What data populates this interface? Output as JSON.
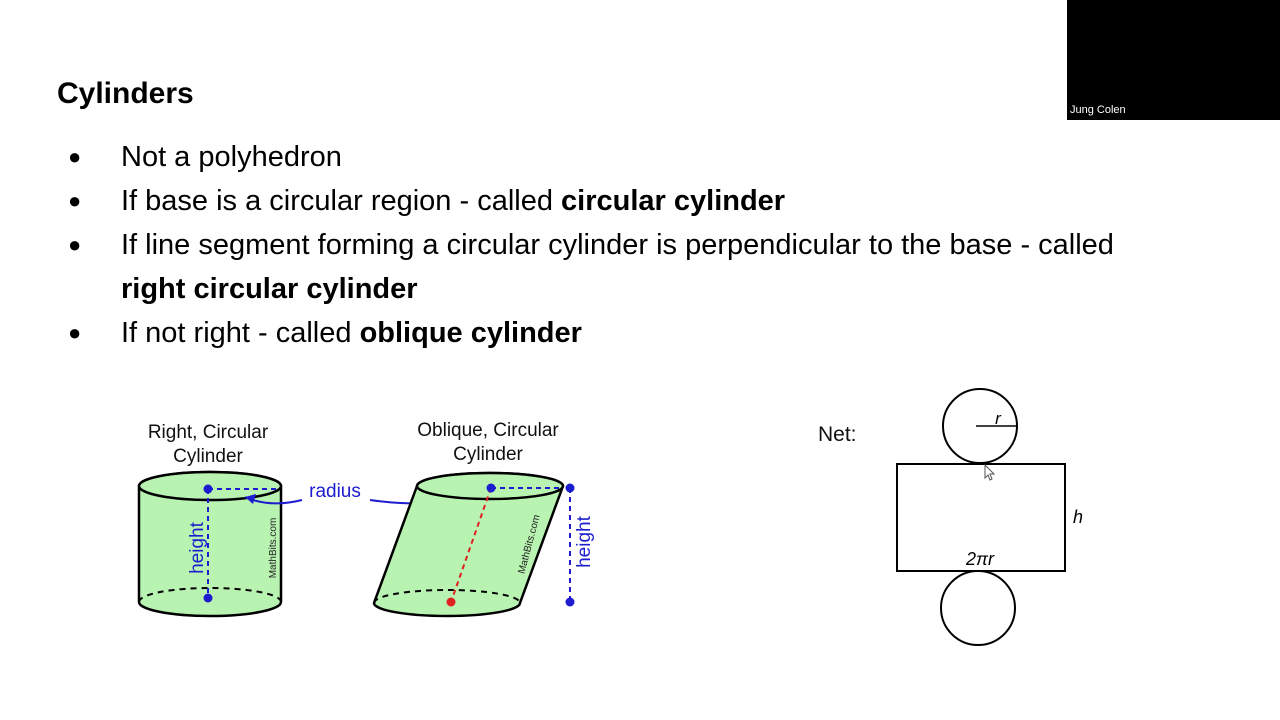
{
  "slide": {
    "title": "Cylinders",
    "bullets": [
      {
        "plain": "Not a polyhedron",
        "bold": ""
      },
      {
        "plain": "If base is a circular region - called ",
        "bold": "circular cylinder"
      },
      {
        "plain": "If line segment forming a circular cylinder is perpendicular to the base - called",
        "bold": "right circular cylinder"
      },
      {
        "plain": "If not right - called ",
        "bold": "oblique cylinder"
      }
    ],
    "bullet_glyph": "●"
  },
  "figures": {
    "right_cylinder": {
      "caption_line1": "Right, Circular",
      "caption_line2": "Cylinder",
      "height_label": "height",
      "watermark": "MathBits.com"
    },
    "radius_label": "radius",
    "oblique_cylinder": {
      "caption_line1": "Oblique, Circular",
      "caption_line2": "Cylinder",
      "height_label": "height",
      "watermark": "MathBits.com"
    },
    "net": {
      "label": "Net:",
      "radius_label": "r",
      "height_label": "h",
      "circumference_label": "2πr"
    }
  },
  "video": {
    "participant_name": "Jung Colen"
  },
  "colors": {
    "cylinder_fill": "#b9f3b2",
    "annotation_blue": "#1d1ccf",
    "slant_red": "#e02020"
  }
}
